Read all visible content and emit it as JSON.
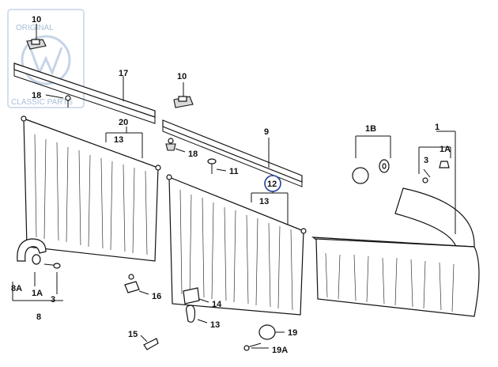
{
  "watermark": {
    "line1": "ORIGINAL",
    "line2": "CLASSIC PARTS",
    "color": "#a9bfd8"
  },
  "callouts": {
    "c10a": "10",
    "c10b": "10",
    "c17": "17",
    "c18a": "18",
    "c18b": "18",
    "c20": "20",
    "c13a": "13",
    "c13b": "13",
    "c13c": "13",
    "c9": "9",
    "c11": "11",
    "c12": "12",
    "c1B": "1B",
    "c1": "1",
    "c1Aa": "1A",
    "c1Ab": "1A",
    "c3a": "3",
    "c3b": "3",
    "c8A": "8A",
    "c8": "8",
    "c16": "16",
    "c14": "14",
    "c15": "15",
    "c19": "19",
    "c19A": "19A"
  },
  "highlight_color": "#1f3fa0"
}
